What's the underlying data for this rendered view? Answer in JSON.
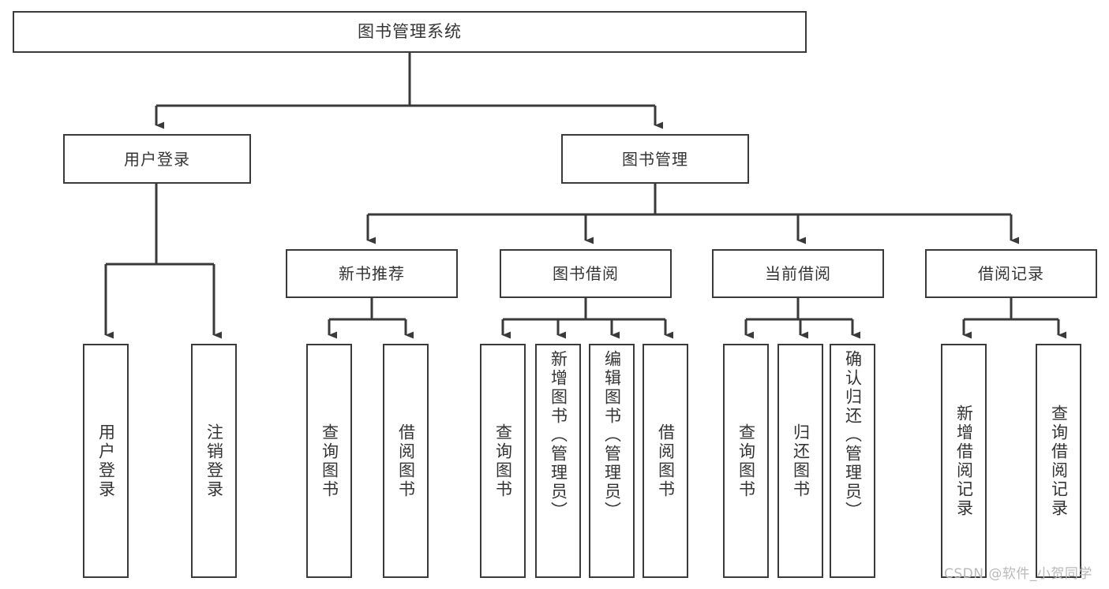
{
  "diagram": {
    "title": "图书管理系统",
    "type": "hierarchy-tree",
    "watermark": "CSDN @软件_小贺同学",
    "colors": {
      "box_border": "#3a3a3a",
      "box_fill": "#ffffff",
      "text": "#343434",
      "connector": "#3a3a3a",
      "watermark": "#b9b9b9",
      "background": "#ffffff"
    },
    "root": {
      "label": "图书管理系统"
    },
    "level2": [
      {
        "label": "用户登录"
      },
      {
        "label": "图书管理"
      }
    ],
    "level3": [
      {
        "label": "新书推荐"
      },
      {
        "label": "图书借阅"
      },
      {
        "label": "当前借阅"
      },
      {
        "label": "借阅记录"
      }
    ],
    "leaves": {
      "user_login": [
        {
          "label": "用户登录"
        },
        {
          "label": "注销登录"
        }
      ],
      "new_book_recommend": [
        {
          "label": "查询图书"
        },
        {
          "label": "借阅图书"
        }
      ],
      "book_borrow": [
        {
          "label": "查询图书"
        },
        {
          "label": "新增图书（管理员）"
        },
        {
          "label": "编辑图书（管理员）"
        },
        {
          "label": "借阅图书"
        }
      ],
      "current_borrow": [
        {
          "label": "查询图书"
        },
        {
          "label": "归还图书"
        },
        {
          "label": "确认归还（管理员）"
        }
      ],
      "borrow_record": [
        {
          "label": "新增借阅记录"
        },
        {
          "label": "查询借阅记录"
        }
      ]
    }
  }
}
